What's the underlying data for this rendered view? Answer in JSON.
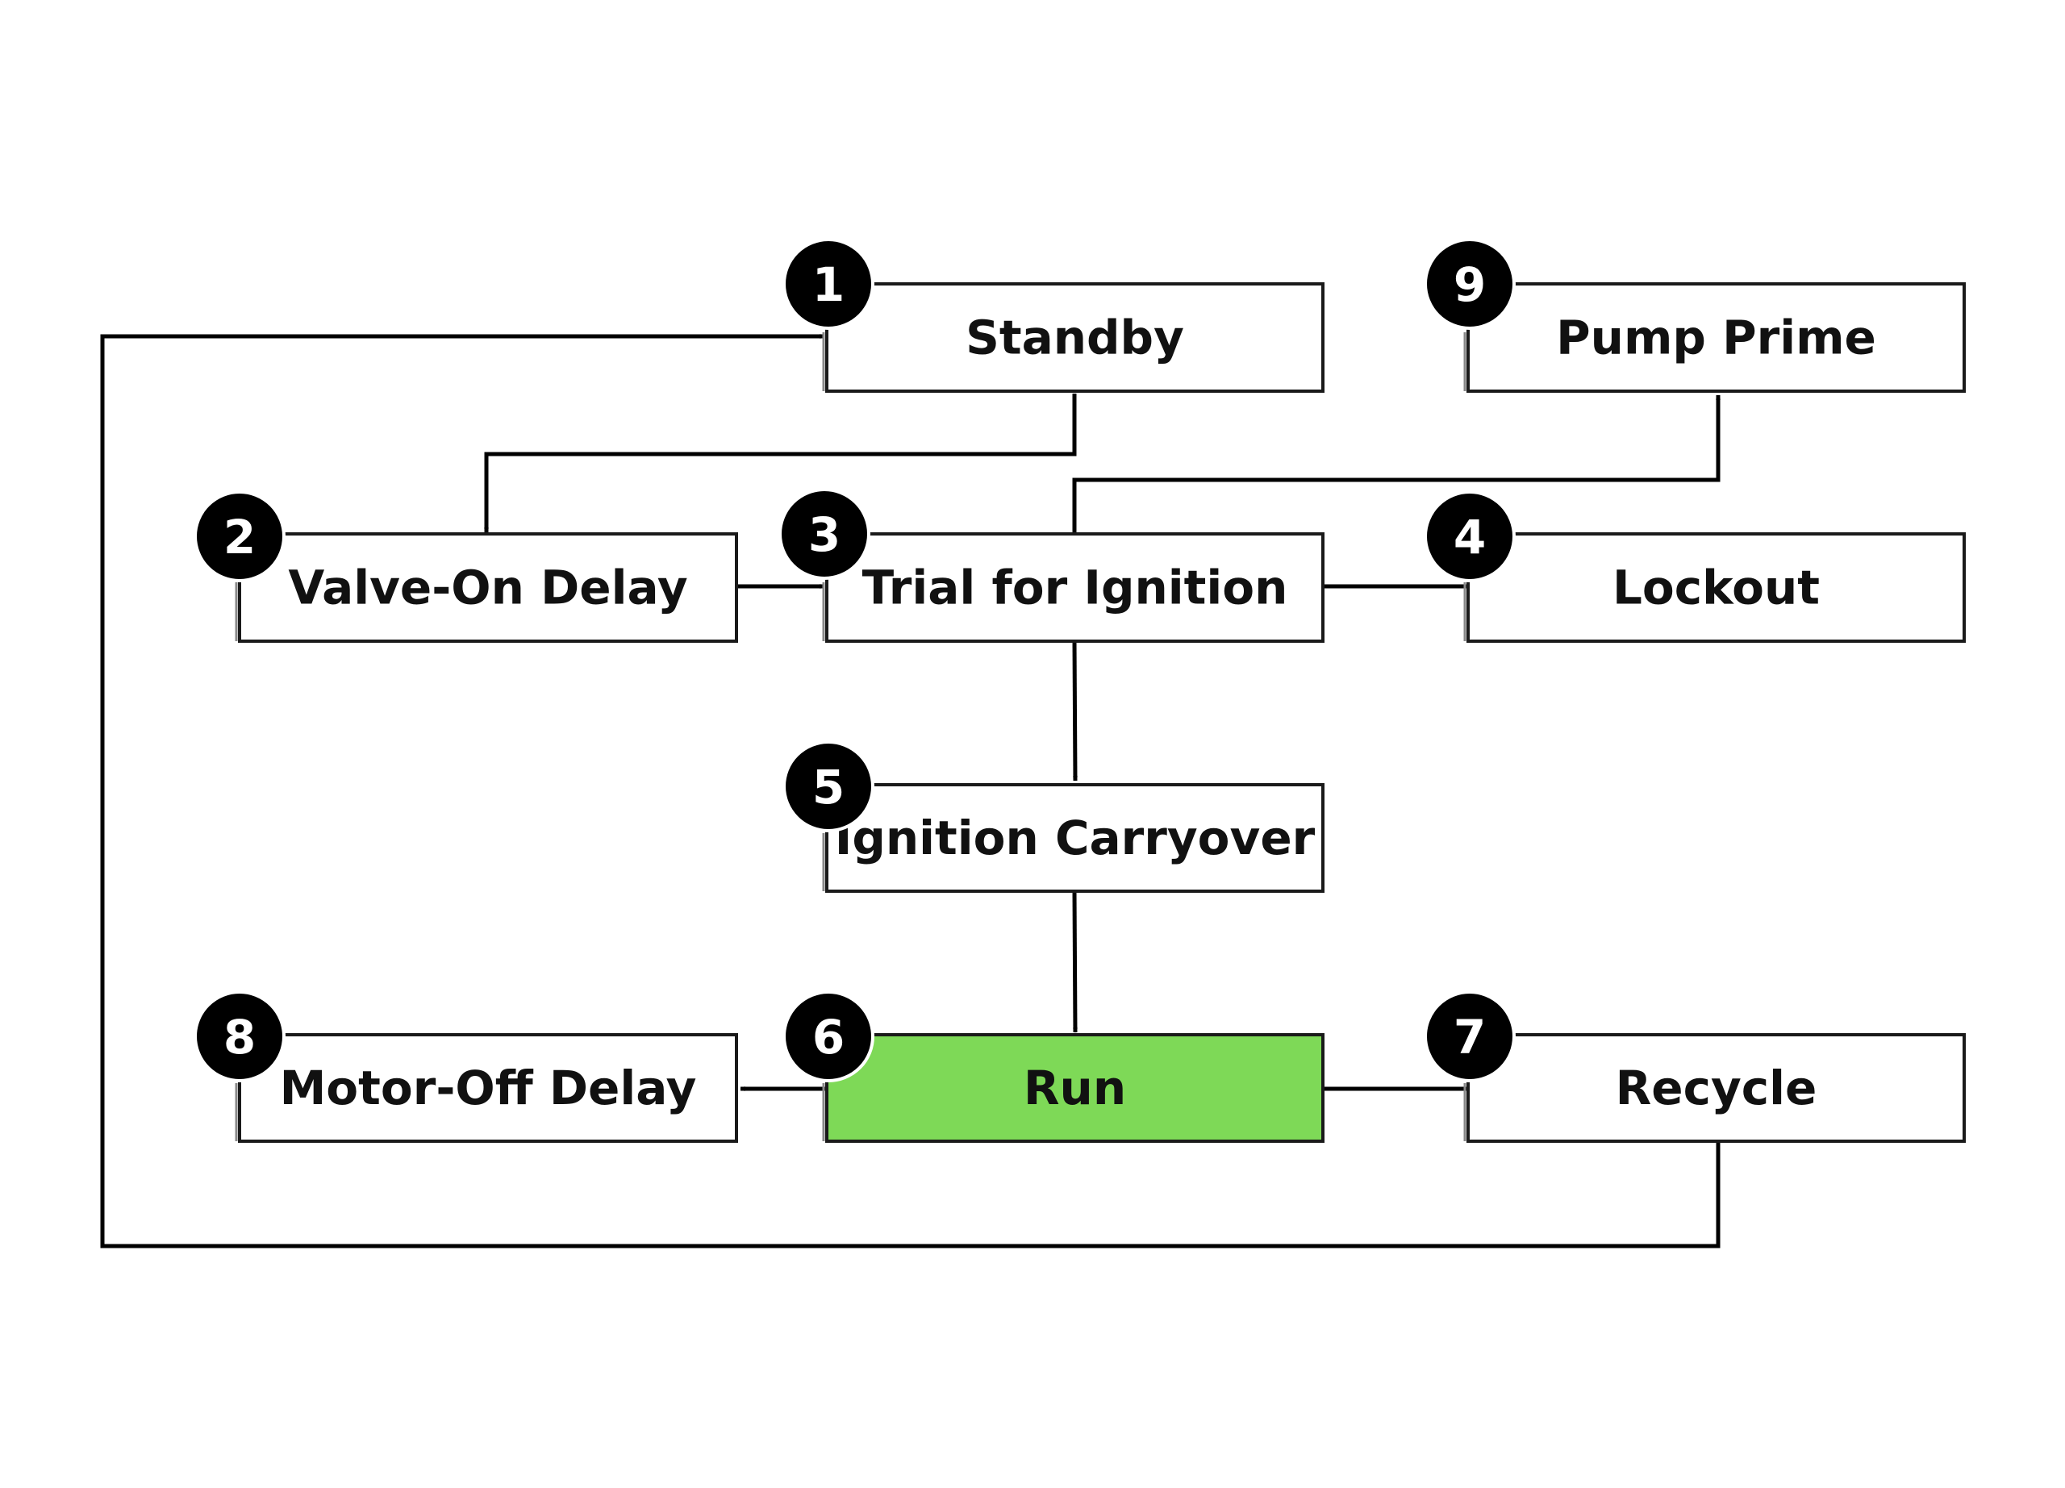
{
  "diagram": {
    "active_color": "#7ed957",
    "states": [
      {
        "id": "standby",
        "number": "1",
        "label": "Standby",
        "active": false
      },
      {
        "id": "valve-on-delay",
        "number": "2",
        "label": "Valve-On Delay",
        "active": false
      },
      {
        "id": "trial-for-ignition",
        "number": "3",
        "label": "Trial for Ignition",
        "active": false
      },
      {
        "id": "lockout",
        "number": "4",
        "label": "Lockout",
        "active": false
      },
      {
        "id": "ignition-carryover",
        "number": "5",
        "label": "Ignition Carryover",
        "active": false
      },
      {
        "id": "run",
        "number": "6",
        "label": "Run",
        "active": true
      },
      {
        "id": "recycle",
        "number": "7",
        "label": "Recycle",
        "active": false
      },
      {
        "id": "motor-off-delay",
        "number": "8",
        "label": "Motor-Off Delay",
        "active": false
      },
      {
        "id": "pump-prime",
        "number": "9",
        "label": "Pump Prime",
        "active": false
      }
    ],
    "transitions": [
      {
        "from": "standby",
        "to": "valve-on-delay"
      },
      {
        "from": "valve-on-delay",
        "to": "trial-for-ignition"
      },
      {
        "from": "trial-for-ignition",
        "to": "lockout"
      },
      {
        "from": "trial-for-ignition",
        "to": "pump-prime"
      },
      {
        "from": "trial-for-ignition",
        "to": "ignition-carryover"
      },
      {
        "from": "ignition-carryover",
        "to": "run"
      },
      {
        "from": "run",
        "to": "motor-off-delay"
      },
      {
        "from": "run",
        "to": "recycle"
      },
      {
        "from": "recycle",
        "to": "standby"
      }
    ]
  }
}
